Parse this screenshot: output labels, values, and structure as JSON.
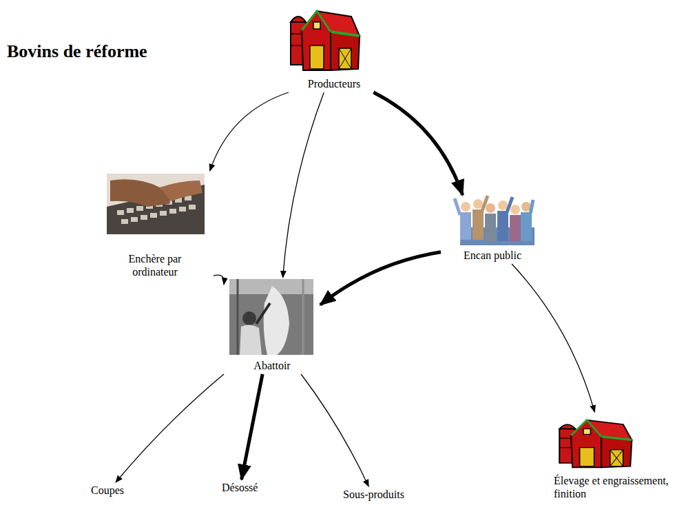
{
  "diagram": {
    "title": "Bovins de réforme",
    "nodes": [
      {
        "text": [
          "Producteurs"
        ]
      },
      {
        "text": [
          "Enchère par ordinateur"
        ]
      },
      {
        "text": [
          "Encan public"
        ]
      },
      {
        "text": [
          "Abattoir"
        ]
      },
      {
        "text": [
          "Élevage et engraissement, finition"
        ]
      },
      {
        "text": [
          "Coupes"
        ]
      },
      {
        "text": [
          "Désossé"
        ]
      },
      {
        "text": [
          "Sous-produits"
        ]
      }
    ],
    "edges": [
      {
        "from": 0,
        "to": 1,
        "arrow": "to"
      },
      {
        "from": 0,
        "to": 3,
        "arrow": "to"
      },
      {
        "from": 0,
        "to": 2,
        "arrow": "to"
      },
      {
        "from": 1,
        "to": 3,
        "arrow": "to"
      },
      {
        "from": 2,
        "to": 3,
        "arrow": "to"
      },
      {
        "from": 2,
        "to": 4,
        "arrow": "to"
      },
      {
        "from": 3,
        "to": 5,
        "arrow": "to"
      },
      {
        "from": 3,
        "to": 6,
        "arrow": "to"
      },
      {
        "from": 3,
        "to": 7,
        "arrow": "to"
      }
    ]
  }
}
